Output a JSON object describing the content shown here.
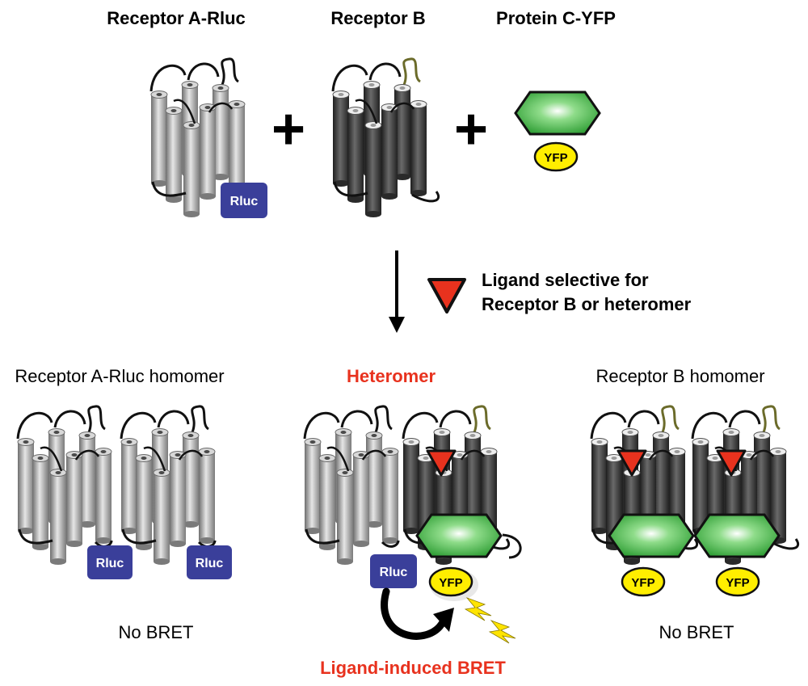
{
  "top_row": {
    "receptor_a_title": "Receptor A-Rluc",
    "receptor_b_title": "Receptor B",
    "protein_c_title": "Protein C-YFP",
    "plus_symbol": "+"
  },
  "tags": {
    "rluc": "Rluc",
    "yfp": "YFP"
  },
  "ligand_legend": {
    "line1": "Ligand selective for",
    "line2": "Receptor B or heteromer"
  },
  "outcomes": {
    "a_homomer_title": "Receptor A-Rluc homomer",
    "heteromer_title": "Heteromer",
    "b_homomer_title": "Receptor B homomer",
    "a_homomer_result": "No BRET",
    "heteromer_result": "Ligand-induced BRET",
    "b_homomer_result": "No BRET"
  },
  "colors": {
    "receptor_a": "#a9a9a9",
    "receptor_b": "#444444",
    "rluc": "#3a3f9a",
    "yfp": "#ffee00",
    "protein_c": "#3db544",
    "ligand": "#e8321e",
    "heteromer_label": "#e8321e",
    "lightning": "#ffe400",
    "receptor_b_loop": "#6b6b2a"
  },
  "icons": [
    "ligand-triangle-icon",
    "lightning-icon",
    "arrow-down-icon",
    "curved-arrow-icon"
  ]
}
